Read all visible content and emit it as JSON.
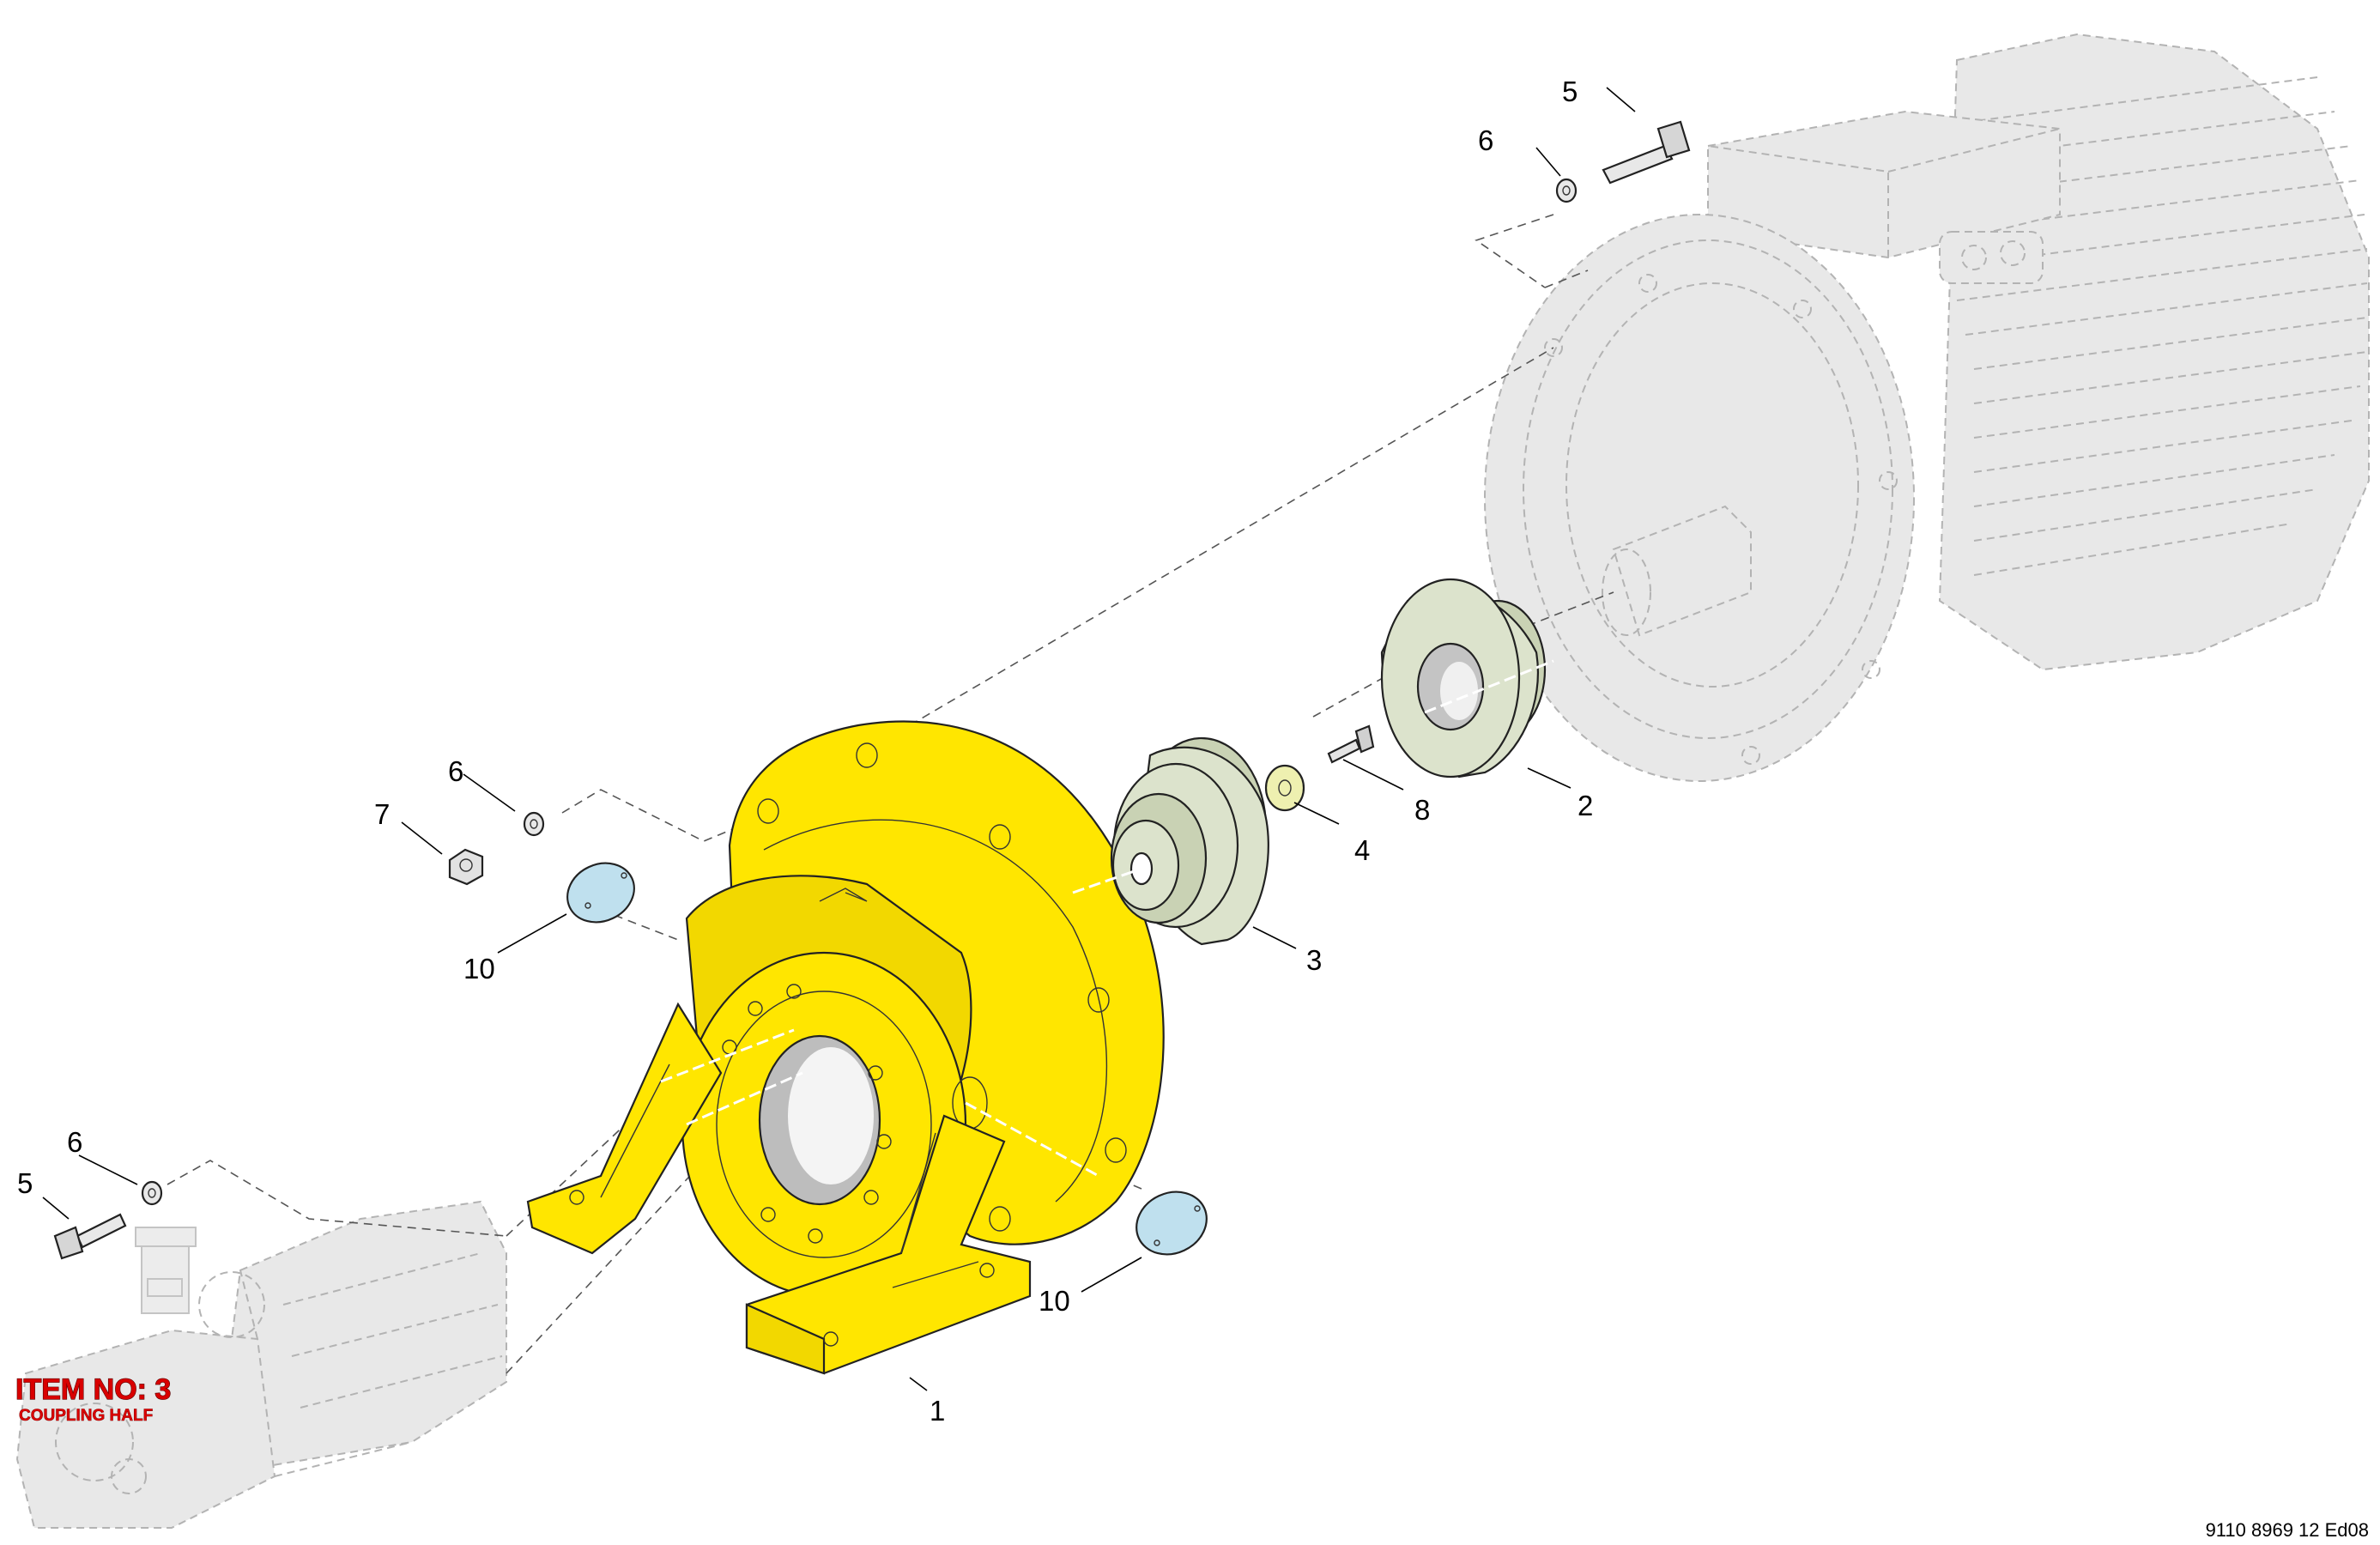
{
  "badge": {
    "title": "ITEM NO: 3",
    "subtitle": "COUPLING HALF"
  },
  "doc_ref": "9110 8969 12 Ed08",
  "callouts": {
    "c1": "1",
    "c2": "2",
    "c3": "3",
    "c4": "4",
    "c5_top": "5",
    "c5_left": "5",
    "c6_top": "6",
    "c6_mid": "6",
    "c6_left": "6",
    "c7": "7",
    "c8": "8",
    "c10_mid": "10",
    "c10_low": "10"
  },
  "colors": {
    "highlight_part": "#ffe600",
    "coupling_parts": "#dce3cc",
    "cover_plates": "#bfe0ee",
    "ghost_parts": "#e8e8e8",
    "badge_text": "#d90000"
  }
}
